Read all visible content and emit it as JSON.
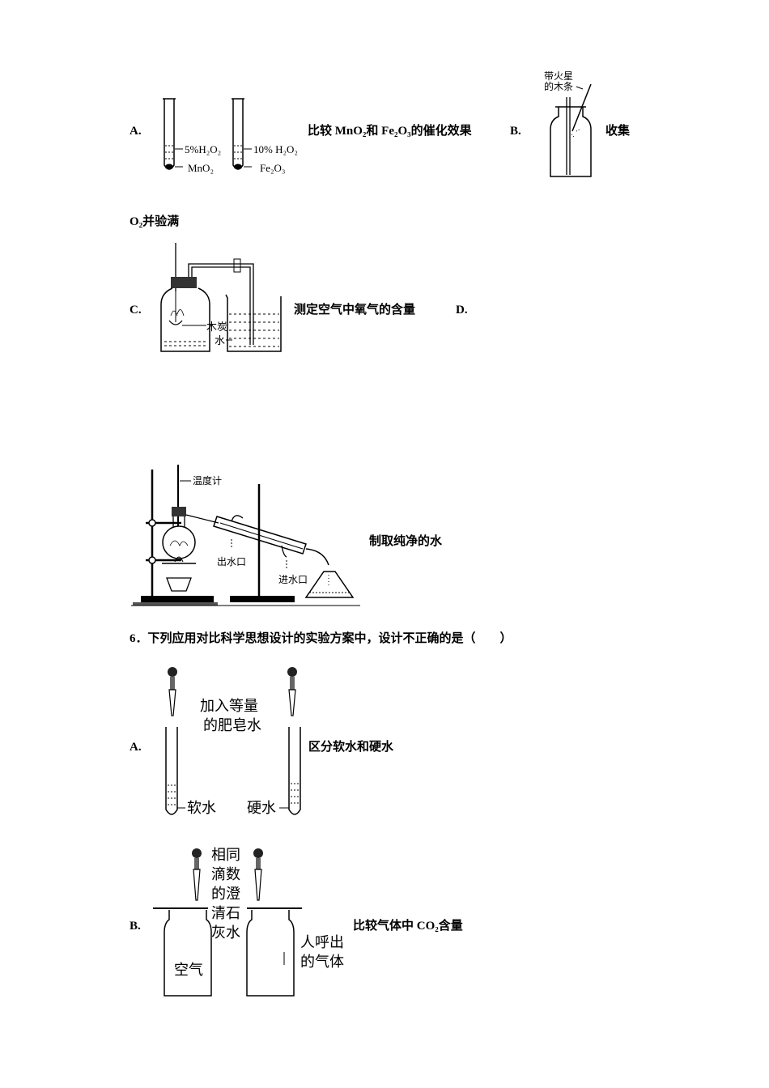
{
  "q5": {
    "a_label": "A.",
    "a_tube1_l1": "5%H₂O₂",
    "a_tube1_l2": "MnO₂",
    "a_tube2_l1": "10% H₂O₂",
    "a_tube2_l2": "Fe₂O₃",
    "a_desc": "比较 MnO₂和 Fe₂O₃的催化效果",
    "b_label": "B.",
    "b_fig_l1": "带火星",
    "b_fig_l2": "的木条",
    "b_desc_1": "收集",
    "b_desc_2": "O₂并验满",
    "c_label": "C.",
    "c_fig_charcoal": "木炭",
    "c_fig_water": "水",
    "c_desc": "测定空气中氧气的含量",
    "d_label": "D.",
    "d_fig_thermo": "温度计",
    "d_fig_out": "出水口",
    "d_fig_in": "进水口",
    "d_desc": "制取纯净的水"
  },
  "q6": {
    "stem": "6．下列应用对比科学思想设计的实验方案中，设计不正确的是（　　）",
    "a_label": "A.",
    "a_fig_top1": "加入等量",
    "a_fig_top2": "的肥皂水",
    "a_fig_soft": "软水",
    "a_fig_hard": "硬水",
    "a_desc": "区分软水和硬水",
    "b_label": "B.",
    "b_fig_drop1": "相同",
    "b_fig_drop2": "滴数",
    "b_fig_drop3": "的澄",
    "b_fig_drop4": "清石",
    "b_fig_drop5": "灰水",
    "b_fig_air": "空气",
    "b_fig_breath1": "人呼出",
    "b_fig_breath2": "的气体",
    "b_desc": "比较气体中 CO₂含量"
  }
}
